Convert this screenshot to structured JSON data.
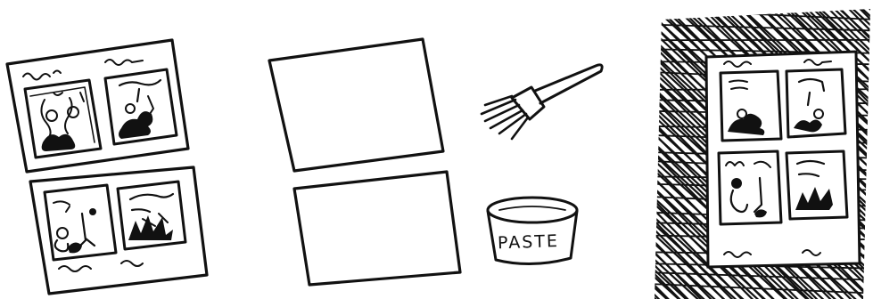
{
  "illustration": {
    "steps": [
      "sketched-pages",
      "blank-boards-and-brush",
      "pasted-collage"
    ],
    "paste_jar": {
      "label": "PASTE"
    },
    "colors": {
      "ink": "#111111",
      "paper": "#ffffff"
    },
    "icons": [
      "brush-icon",
      "paste-jar-icon"
    ]
  }
}
